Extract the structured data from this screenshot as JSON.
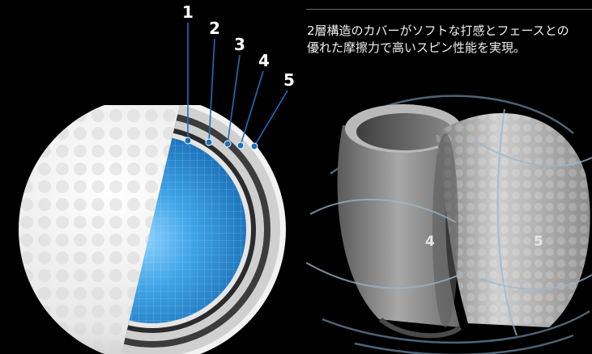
{
  "layer_labels": [
    "1",
    "2",
    "3",
    "4",
    "5"
  ],
  "caption": {
    "line1": "2層構造のカバーがソフトな打感とフェースとの",
    "line2": "優れた摩擦力で高いスピン性能を実現。"
  },
  "cup_labels": [
    "4",
    "5"
  ],
  "colors": {
    "background": "#000000",
    "core_blue": "#3a9fe0",
    "leader_blue": "#1e6fb8",
    "layer_gray": "#3c3c3c",
    "cover_light": "#d8d8d8",
    "cup_gray": "#9a9a9a"
  }
}
